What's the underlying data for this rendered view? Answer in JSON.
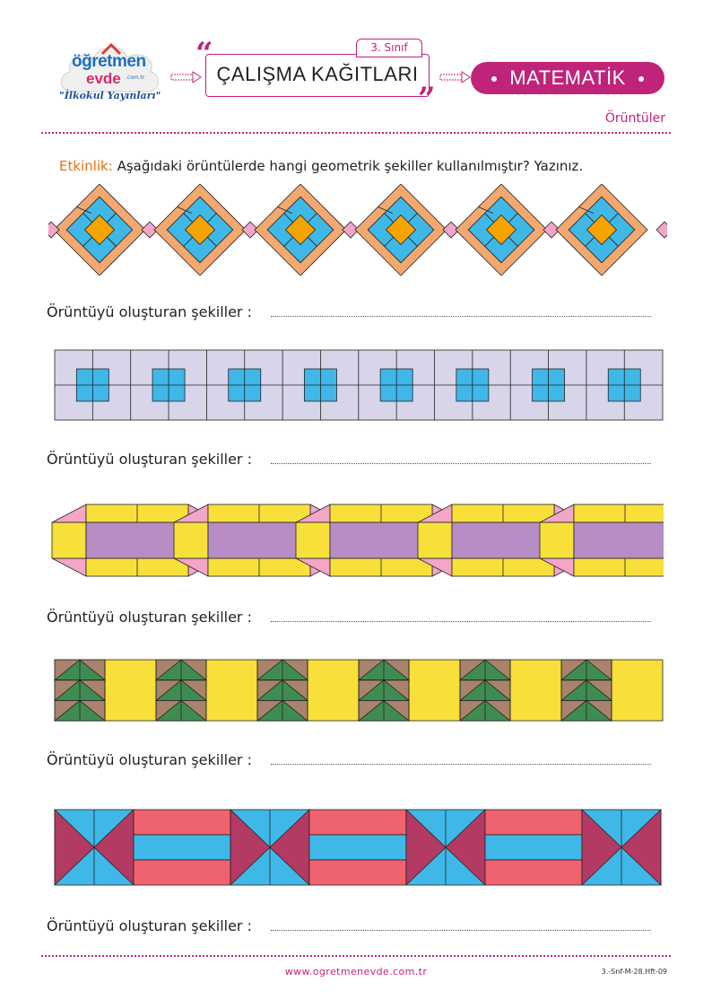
{
  "header": {
    "logo_word_top": "öğretmen",
    "logo_word_bottom": "evde",
    "logo_domain": ".com.tr",
    "logo_subtitle": "\"İlkokul Yayınları\"",
    "class_label": "3. Sınıf",
    "title": "ÇALIŞMA KAĞITLARI",
    "subject": "MATEMATİK",
    "topic": "Örüntüler"
  },
  "instruction": {
    "label": "Etkinlik:",
    "text": " Aşağıdaki örüntülerde hangi geometrik şekiller kullanılmıştır? Yazınız."
  },
  "answer_prompt": "Örüntüyü oluşturan şekiller :",
  "colors": {
    "brand": "#c0237a",
    "accent": "#e8710a",
    "peach": "#f2a86f",
    "orange": "#f5a300",
    "sky": "#3fb8e8",
    "pink": "#f2a6c8",
    "lavender": "#d8d4ea",
    "yellow": "#f8e03a",
    "purple": "#b88cc5",
    "green": "#3f8c52",
    "brown": "#a9836c",
    "maroon": "#b33a63",
    "coral": "#ef6370"
  },
  "footer": {
    "url": "www.ogretmenevde.com.tr",
    "code": "3.-Snf-M-28.Hft-09"
  }
}
